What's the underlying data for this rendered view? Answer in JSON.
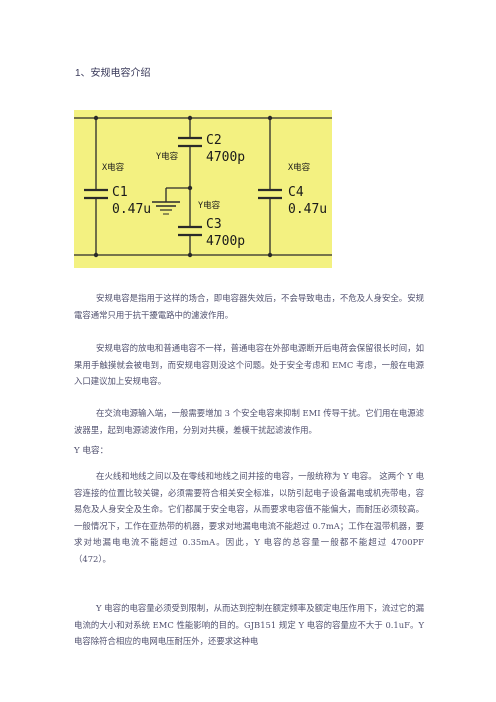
{
  "heading": "1、安规电容介绍",
  "circuit": {
    "c1": {
      "type_label": "X电容",
      "name": "C1",
      "value": "0.47u"
    },
    "c2": {
      "type_label": "Y电容",
      "name": "C2",
      "value": "4700p"
    },
    "c3": {
      "type_label": "Y电容",
      "name": "C3",
      "value": "4700p"
    },
    "c4": {
      "type_label": "X电容",
      "name": "C4",
      "value": "0.47u"
    }
  },
  "paragraphs": [
    "安规电容是指用于这样的场合，即电容器失效后，不会导致电击，不危及人身安全。安规電容通常只用于抗干擾電路中的濾波作用。",
    "安规电容的放电和普通电容不一样，普通电容在外部电源断开后电荷会保留很长时间，如果用手触摸就会被电到，而安规电容则没这个问题。处于安全考虑和 EMC 考虑，一般在电源入口建议加上安规电容。",
    "在交流电源输入端，一般需要增加 3 个安全电容来抑制 EMI 传导干扰。它们用在电源滤波器里，起到电源滤波作用，分别对共模，差模干扰起滤波作用。"
  ],
  "y_label": "Y 电容：",
  "paragraphs2": [
    "在火线和地线之间以及在零线和地线之间并接的电容，一般统称为 Y 电容。 这两个 Y 电容连接的位置比较关键，必须需要符合相关安全标准，以防引起电子设备漏电或机壳带电，容易危及人身安全及生命。它们都属于安全电容，从而要求电容值不能偏大，而耐压必须较高。一般情况下，工作在亚热带的机器，要求对地漏电电流不能超过 0.7mA；工作在温带机器，要求对地漏电电流不能超过 0.35mA。因此，Y 电容的总容量一般都不能超过 4700PF（472）。",
    "Y 电容的电容量必须受到限制，从而达到控制在额定频率及额定电压作用下，流过它的漏电流的大小和对系统 EMC 性能影响的目的。GJB151 规定 Y 电容的容量应不大于 0.1uF。Y 电容除符合相应的电网电压耐压外，还要求这种电"
  ]
}
